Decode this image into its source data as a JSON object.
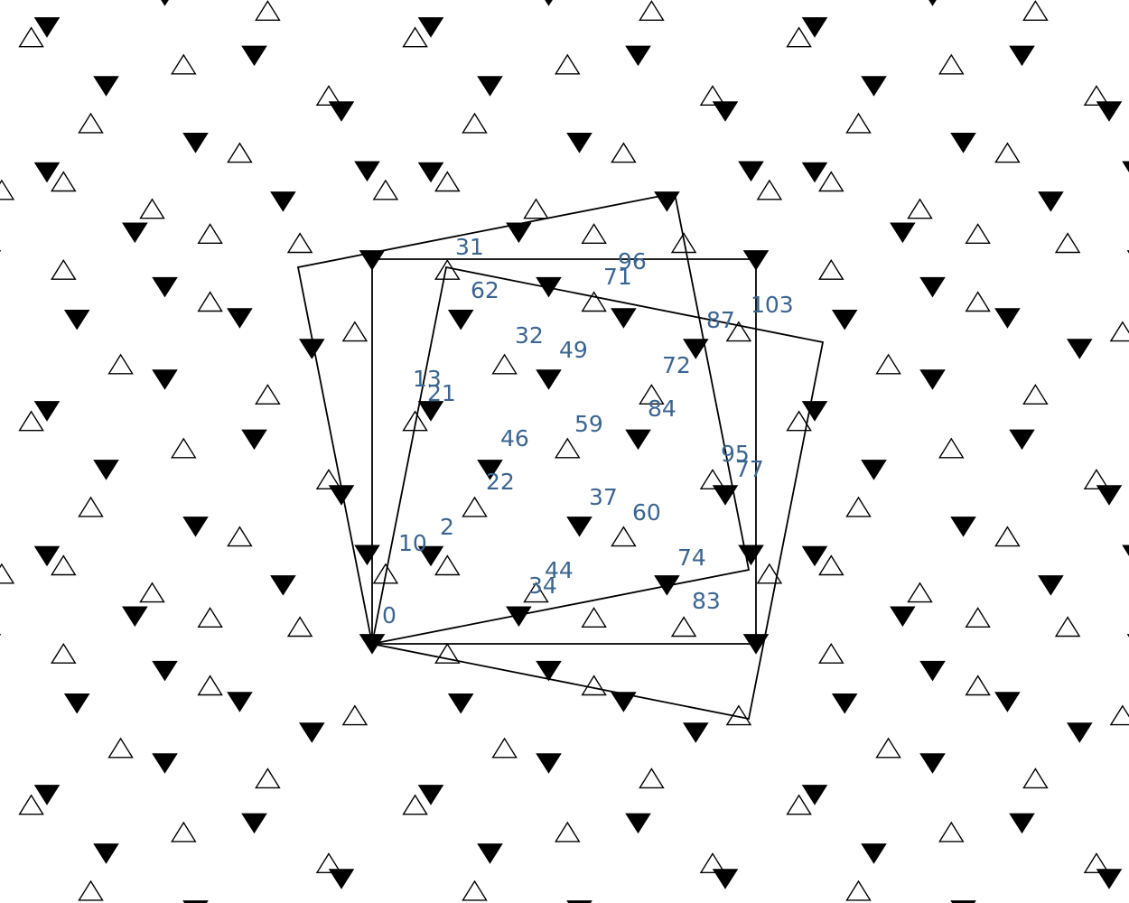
{
  "diagram": {
    "label_color": "#3b6591",
    "stroke_color": "#000000",
    "background": "#ffffff",
    "marker_types": [
      "hollow-up-triangle",
      "filled-down-triangle"
    ],
    "labels": [
      "0",
      "2",
      "10",
      "13",
      "21",
      "22",
      "31",
      "32",
      "34",
      "37",
      "44",
      "46",
      "49",
      "59",
      "60",
      "62",
      "71",
      "72",
      "74",
      "77",
      "83",
      "84",
      "87",
      "95",
      "96",
      "103"
    ]
  }
}
